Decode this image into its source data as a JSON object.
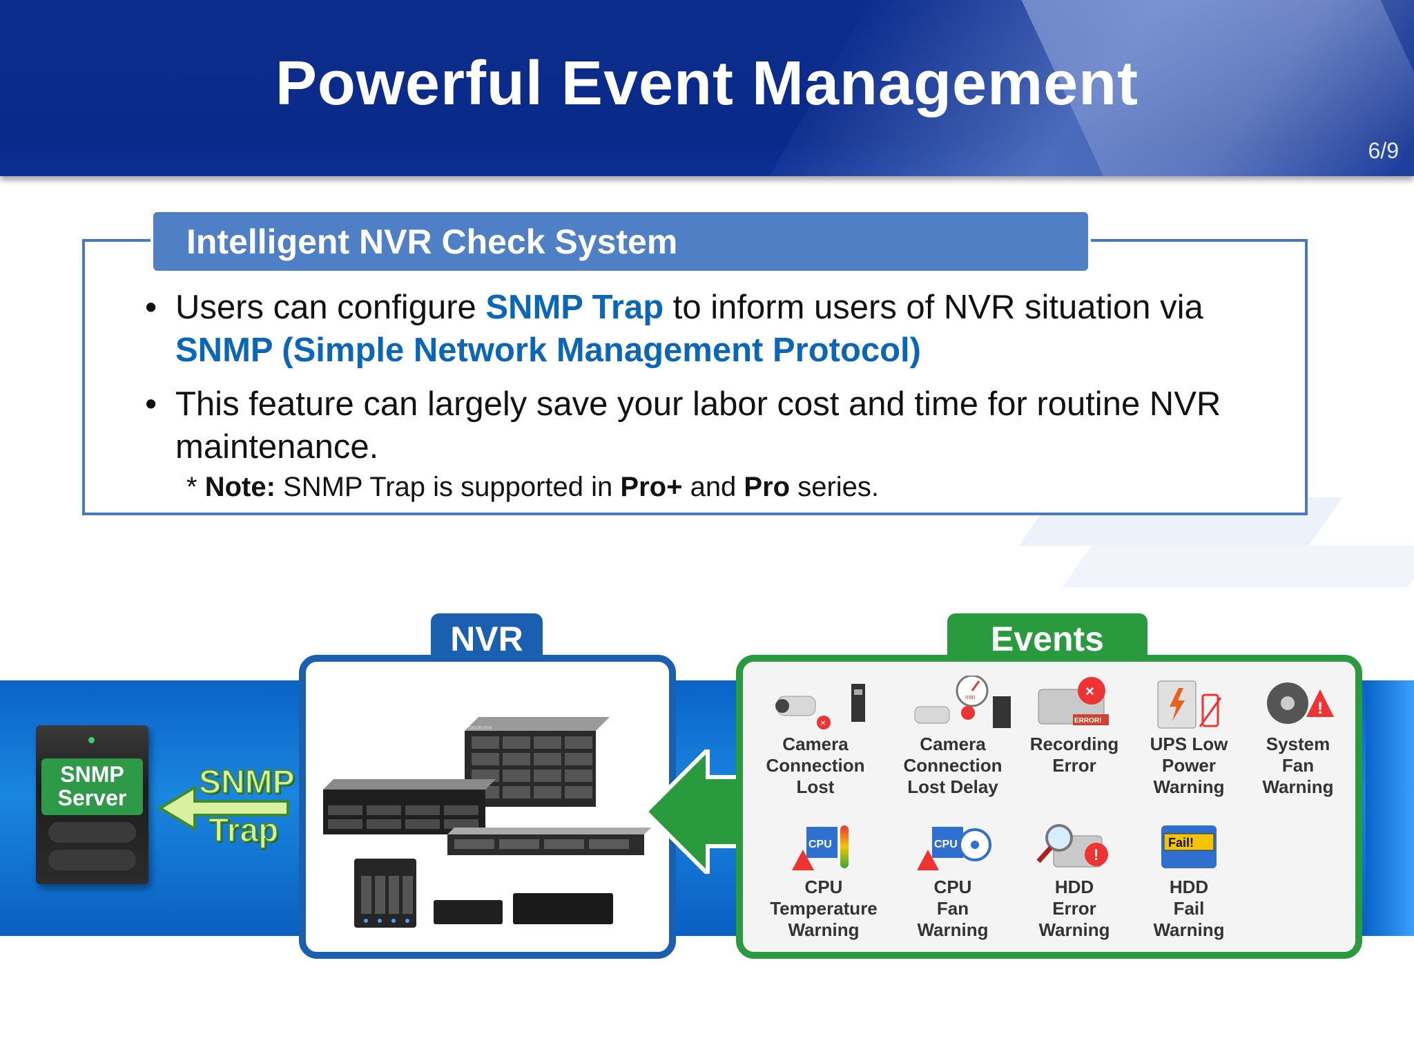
{
  "header": {
    "title": "Powerful Event Management",
    "page_number": "6/9"
  },
  "info_box": {
    "heading": "Intelligent NVR Check System",
    "bullets": [
      {
        "parts": [
          {
            "text": "Users can configure ",
            "highlight": false
          },
          {
            "text": "SNMP Trap",
            "highlight": true
          },
          {
            "text": " to inform users of NVR situation via ",
            "highlight": false
          },
          {
            "text": "SNMP (Simple Network Management Protocol)",
            "highlight": true
          }
        ]
      },
      {
        "parts": [
          {
            "text": "This feature can largely save your labor cost and time for routine NVR maintenance.",
            "highlight": false
          }
        ]
      }
    ],
    "note": {
      "prefix": "* ",
      "label": "Note:",
      "text1": " SNMP Trap is supported in ",
      "bold1": "Pro+",
      "text2": " and ",
      "bold2": "Pro",
      "text3": " series."
    }
  },
  "diagram": {
    "server": {
      "line1": "SNMP",
      "line2": "Server"
    },
    "trap_label": {
      "line1": "SNMP",
      "line2": "Trap"
    },
    "nvr_title": "NVR",
    "events_title": "Events",
    "events_row1": [
      {
        "icon": "camera-disconnect-icon",
        "lines": [
          "Camera",
          "Connection",
          "Lost"
        ]
      },
      {
        "icon": "camera-delay-icon",
        "lines": [
          "Camera",
          "Connection",
          "Lost Delay"
        ]
      },
      {
        "icon": "recording-error-icon",
        "lines": [
          "Recording",
          "Error"
        ]
      },
      {
        "icon": "ups-battery-icon",
        "lines": [
          "UPS Low",
          "Power",
          "Warning"
        ]
      },
      {
        "icon": "system-fan-icon",
        "lines": [
          "System",
          "Fan",
          "Warning"
        ]
      }
    ],
    "events_row2": [
      {
        "icon": "cpu-temperature-icon",
        "lines": [
          "CPU",
          "Temperature",
          "Warning"
        ]
      },
      {
        "icon": "cpu-fan-icon",
        "lines": [
          "CPU",
          "Fan",
          "Warning"
        ]
      },
      {
        "icon": "hdd-error-icon",
        "lines": [
          "HDD",
          "Error",
          "Warning"
        ]
      },
      {
        "icon": "hdd-fail-icon",
        "lines": [
          "HDD",
          "Fail",
          "Warning"
        ]
      }
    ],
    "icon_badges": {
      "error": "ERROR!",
      "fail": "Fail!",
      "cpu": "CPU",
      "min": "min"
    },
    "device_brand": "DIGIEVER"
  },
  "colors": {
    "header_blue": "#0d2d8e",
    "box_blue": "#4f7fc4",
    "highlight_blue": "#0a66b8",
    "nvr_blue": "#1b5fb0",
    "events_green": "#2a9a3e"
  }
}
